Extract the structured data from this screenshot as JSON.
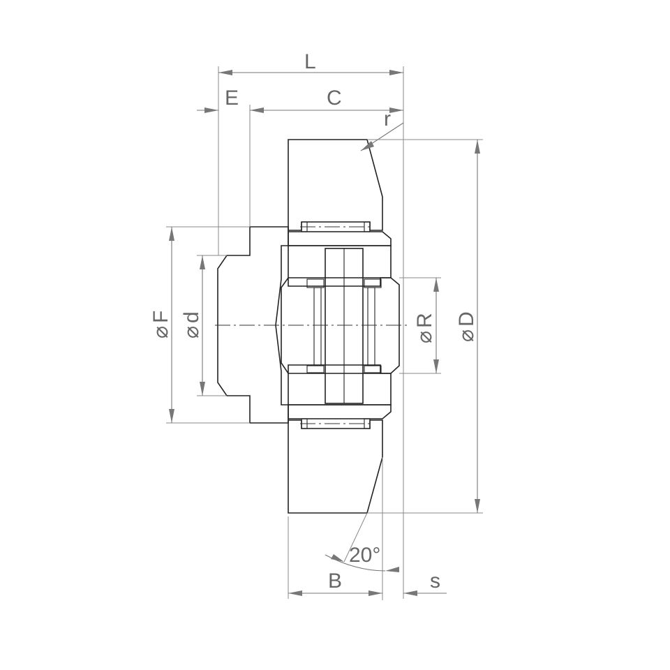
{
  "drawing": {
    "labels": {
      "L": "L",
      "E": "E",
      "C": "C",
      "r": "r",
      "F": "F",
      "d": "d",
      "R": "R",
      "D": "D",
      "B": "B",
      "s": "s",
      "angle": "20°"
    },
    "diameter_symbol": "⌀"
  }
}
